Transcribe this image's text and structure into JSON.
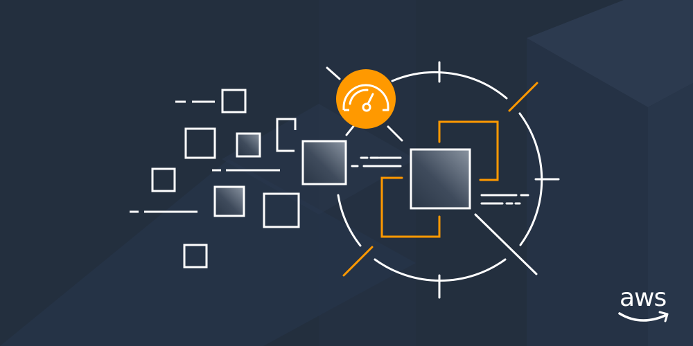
{
  "banner": {
    "title": "AWS performance illustration",
    "colors": {
      "background": "#232f3e",
      "background_light": "#2b3a4e",
      "background_mid": "#27344a",
      "line": "#ffffff",
      "accent": "#ff9900"
    },
    "icons": [
      "speedometer-icon",
      "target-reticle-icon",
      "square-blocks"
    ]
  },
  "logo": {
    "text": "aws",
    "icon": "amazon-smile-arrow-icon"
  }
}
